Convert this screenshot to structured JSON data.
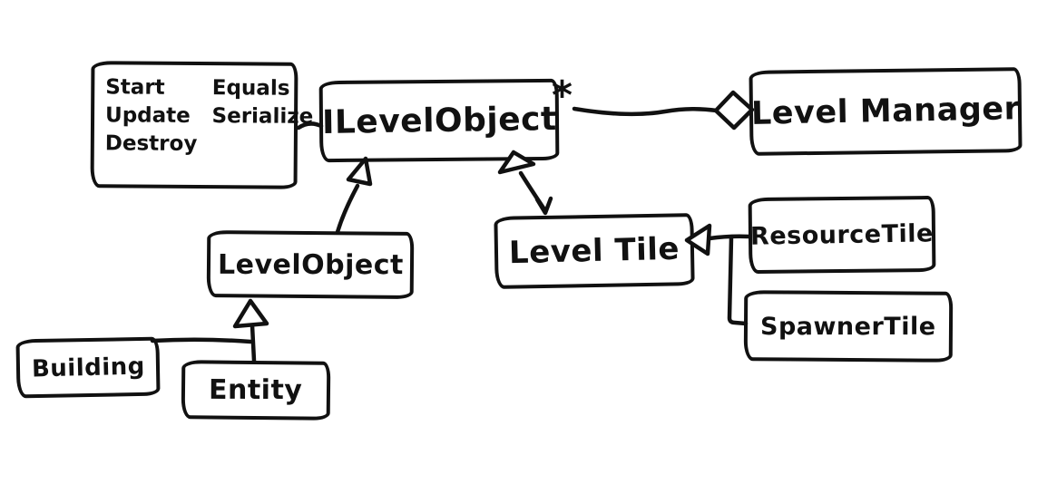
{
  "canvas": {
    "background": "#ffffff",
    "ink": "#111111"
  },
  "diagram": {
    "interface_box": {
      "label": "ILevelObject",
      "multiplicity": "*"
    },
    "methods_note": {
      "col1": [
        "Start",
        "Update",
        "Destroy"
      ],
      "col2": [
        "Equals",
        "Serialize"
      ]
    },
    "classes": {
      "level_manager": "Level Manager",
      "level_object": "LevelObject",
      "level_tile": "Level Tile",
      "resource_tile": "ResourceTile",
      "spawner_tile": "SpawnerTile",
      "building": "Building",
      "entity": "Entity"
    },
    "relations": [
      {
        "from": "ILevelObject",
        "to": "Level Manager",
        "type": "aggregation",
        "multiplicity": "*"
      },
      {
        "from": "LevelObject",
        "to": "ILevelObject",
        "type": "realization"
      },
      {
        "from": "Level Tile",
        "to": "ILevelObject",
        "type": "realization"
      },
      {
        "from": "ResourceTile",
        "to": "Level Tile",
        "type": "inheritance"
      },
      {
        "from": "SpawnerTile",
        "to": "Level Tile",
        "type": "inheritance"
      },
      {
        "from": "Building",
        "to": "LevelObject",
        "type": "inheritance"
      },
      {
        "from": "Entity",
        "to": "LevelObject",
        "type": "inheritance"
      },
      {
        "from": "methods-note",
        "to": "ILevelObject",
        "type": "note-attachment"
      }
    ]
  }
}
